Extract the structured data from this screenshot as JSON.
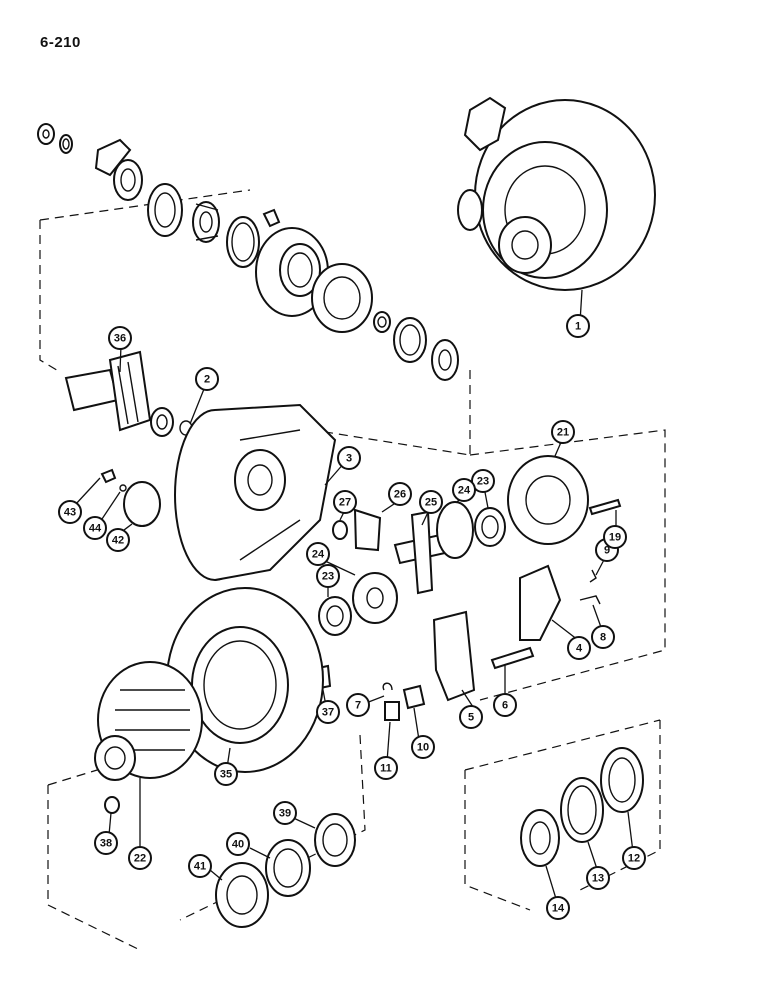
{
  "page_number": "6-210",
  "callouts": [
    {
      "label": "1"
    },
    {
      "label": "2"
    },
    {
      "label": "3"
    },
    {
      "label": "4"
    },
    {
      "label": "5"
    },
    {
      "label": "6"
    },
    {
      "label": "7"
    },
    {
      "label": "8"
    },
    {
      "label": "9"
    },
    {
      "label": "10"
    },
    {
      "label": "11"
    },
    {
      "label": "12"
    },
    {
      "label": "13"
    },
    {
      "label": "14"
    },
    {
      "label": "19"
    },
    {
      "label": "21"
    },
    {
      "label": "22"
    },
    {
      "label": "23"
    },
    {
      "label": "23"
    },
    {
      "label": "24"
    },
    {
      "label": "24"
    },
    {
      "label": "25"
    },
    {
      "label": "26"
    },
    {
      "label": "27"
    },
    {
      "label": "35"
    },
    {
      "label": "36"
    },
    {
      "label": "37"
    },
    {
      "label": "38"
    },
    {
      "label": "39"
    },
    {
      "label": "40"
    },
    {
      "label": "41"
    },
    {
      "label": "42"
    },
    {
      "label": "43"
    },
    {
      "label": "44"
    }
  ]
}
